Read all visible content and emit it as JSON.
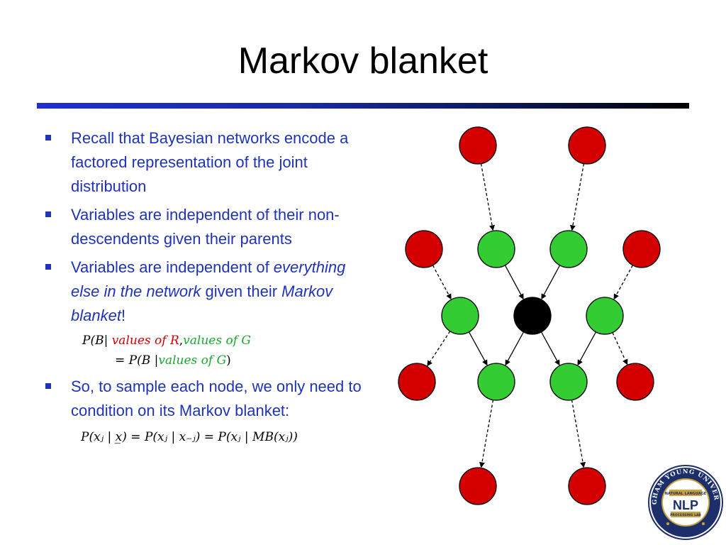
{
  "slide": {
    "title": "Markov blanket",
    "bullets": [
      {
        "text": "Recall that Bayesian networks encode a factored representation of the joint distribution"
      },
      {
        "text": "Variables are independent of their non-descendents given their parents"
      },
      {
        "parts": [
          "Variables are independent of ",
          "everything else in the network",
          " given their ",
          "Markov blanket",
          "!"
        ],
        "equation": {
          "l1_prefix": "P(B| ",
          "l1_red": "values of R",
          "l1_comma": ",",
          "l1_green": "values of G",
          "l2_prefix": "= P(B |",
          "l2_green": "values of G",
          "l2_suffix": ")"
        }
      },
      {
        "text": "So, to sample each node, we only need to condition on its Markov blanket:",
        "equation": "P(xⱼ | x̲) = P(xⱼ | x₋ⱼ) = P(xⱼ | MB(xⱼ))"
      }
    ]
  },
  "graph": {
    "colors": {
      "red": "#d40000",
      "green": "#33cc33",
      "black": "#000000"
    },
    "nodes": [
      {
        "id": "r1",
        "color": "red"
      },
      {
        "id": "r2",
        "color": "red"
      },
      {
        "id": "r3",
        "color": "red"
      },
      {
        "id": "g1",
        "color": "green"
      },
      {
        "id": "g2",
        "color": "green"
      },
      {
        "id": "r4",
        "color": "red"
      },
      {
        "id": "g3",
        "color": "green"
      },
      {
        "id": "b",
        "color": "black"
      },
      {
        "id": "g4",
        "color": "green"
      },
      {
        "id": "r5",
        "color": "red"
      },
      {
        "id": "g5",
        "color": "green"
      },
      {
        "id": "g6",
        "color": "green"
      },
      {
        "id": "r6",
        "color": "red"
      },
      {
        "id": "r7",
        "color": "red"
      },
      {
        "id": "r8",
        "color": "red"
      }
    ],
    "edges": [
      {
        "from": "r1",
        "to": "g1",
        "style": "dashed"
      },
      {
        "from": "r2",
        "to": "g2",
        "style": "dashed"
      },
      {
        "from": "r3",
        "to": "g3",
        "style": "dashed"
      },
      {
        "from": "r4",
        "to": "g4",
        "style": "dashed"
      },
      {
        "from": "g1",
        "to": "b",
        "style": "solid"
      },
      {
        "from": "g2",
        "to": "b",
        "style": "solid"
      },
      {
        "from": "g3",
        "to": "g5",
        "style": "solid"
      },
      {
        "from": "b",
        "to": "g5",
        "style": "solid"
      },
      {
        "from": "b",
        "to": "g6",
        "style": "solid"
      },
      {
        "from": "g4",
        "to": "g6",
        "style": "solid"
      },
      {
        "from": "g3",
        "to": "r5",
        "style": "dashed"
      },
      {
        "from": "g4",
        "to": "r6",
        "style": "dashed"
      },
      {
        "from": "g5",
        "to": "r7",
        "style": "dashed"
      },
      {
        "from": "g6",
        "to": "r8",
        "style": "dashed"
      }
    ]
  },
  "logo": {
    "ring_text": "BRIGHAM YOUNG UNIVERSITY",
    "top_text": "NATURAL LANGUAGE",
    "center_text": "NLP",
    "bottom_text": "PROCESSING LAB"
  }
}
